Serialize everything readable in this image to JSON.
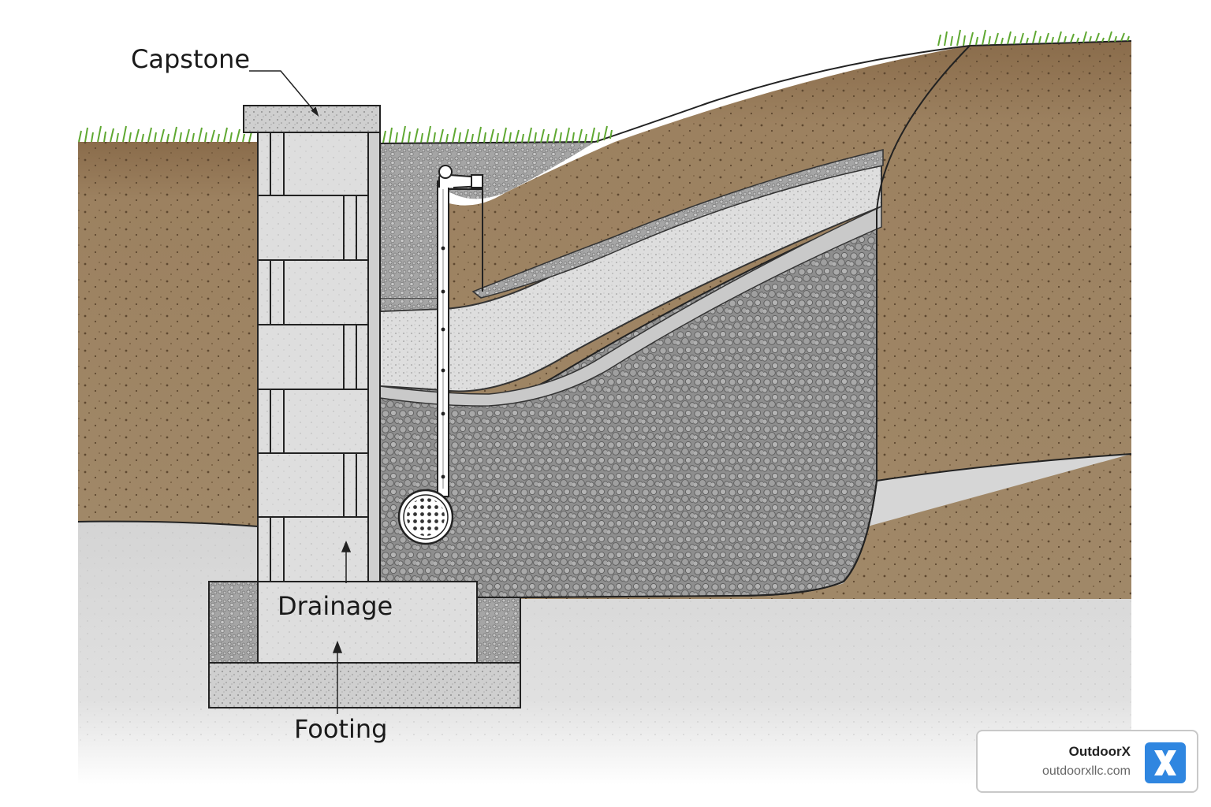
{
  "labels": {
    "capstone": "Capstone",
    "drainage": "Drainage",
    "footing": "Footing"
  },
  "brand": {
    "name": "OutdoorX",
    "url": "outdoorxllc.com",
    "logo_icon": "x-logo-icon"
  },
  "colors": {
    "soil": "#8f7352",
    "grass": "#5fa832",
    "gravel": "#8b8b8b",
    "sand": "#d9d9d9",
    "block": "#dcdcdc",
    "subsoil": "#d4d4d4",
    "brand_accent": "#2f86e0"
  }
}
